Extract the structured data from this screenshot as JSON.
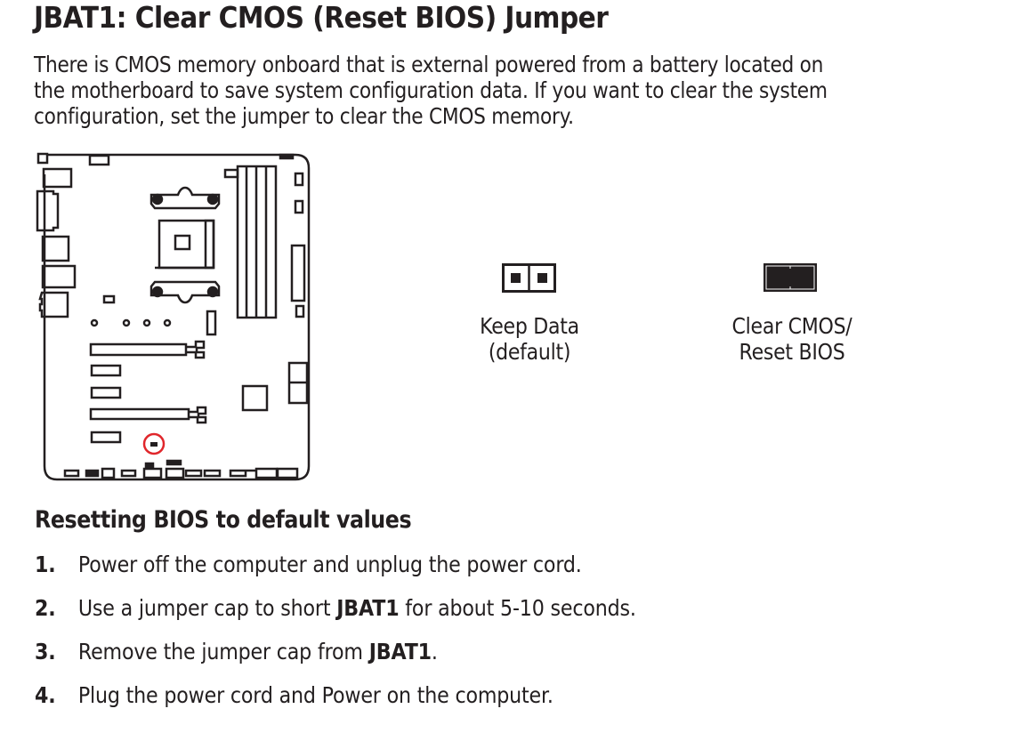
{
  "title": "JBAT1: Clear CMOS (Reset BIOS) Jumper",
  "intro": {
    "lines": [
      "There is CMOS memory onboard that is external powered from a battery located on",
      "the motherboard to save system configuration data. If you want to clear the system",
      "configuration, set the jumper to clear the CMOS memory."
    ]
  },
  "diagram": {
    "highlight_color": "#e0262b",
    "highlighted_component": "JBAT1"
  },
  "jumpers": [
    {
      "state": "open",
      "label_line1": "Keep Data",
      "label_line2": "(default)"
    },
    {
      "state": "shorted",
      "label_line1": "Clear CMOS/",
      "label_line2": "Reset BIOS"
    }
  ],
  "section": {
    "title": "Resetting BIOS to default values",
    "steps": [
      {
        "num": "1.",
        "before": "Power off the computer and unplug the power cord.",
        "bold": "",
        "after": ""
      },
      {
        "num": "2.",
        "before": "Use a jumper cap to short ",
        "bold": "JBAT1",
        "after": " for about 5-10 seconds."
      },
      {
        "num": "3.",
        "before": "Remove the jumper cap from ",
        "bold": "JBAT1",
        "after": "."
      },
      {
        "num": "4.",
        "before": "Plug the power cord and Power on the computer.",
        "bold": "",
        "after": ""
      }
    ]
  }
}
